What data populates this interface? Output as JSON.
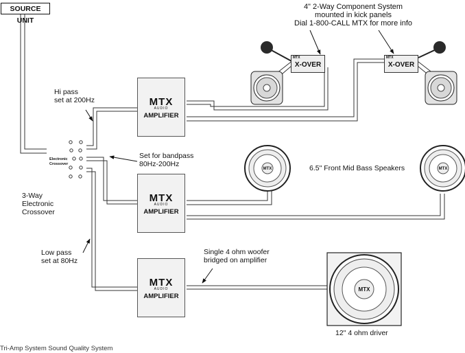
{
  "source_unit": {
    "label": "SOURCE UNIT"
  },
  "top_note": {
    "line1": "4\"  2-Way Component System",
    "line2": "mounted in kick panels",
    "line3": "Dial 1-800-CALL MTX for more info"
  },
  "crossovers": {
    "left": {
      "brand": "MTX",
      "label": "X-OVER"
    },
    "right": {
      "brand": "MTX",
      "label": "X-OVER"
    }
  },
  "amplifiers": {
    "top": {
      "logo": "MTX",
      "logo_sub": "AUDIO",
      "title": "AMPLIFIER"
    },
    "middle": {
      "logo": "MTX",
      "logo_sub": "AUDIO",
      "title": "AMPLIFIER"
    },
    "bottom": {
      "logo": "MTX",
      "logo_sub": "AUDIO",
      "title": "AMPLIFIER"
    }
  },
  "electronic_crossover": {
    "label_line1": "Electronic",
    "label_line2": "Crossover"
  },
  "labels": {
    "hi_pass_line1": "Hi pass",
    "hi_pass_line2": "set at 200Hz",
    "bandpass_line1": "Set for bandpass",
    "bandpass_line2": "80Hz-200Hz",
    "threeway_line1": "3-Way",
    "threeway_line2": "Electronic",
    "threeway_line3": "Crossover",
    "lowpass_line1": "Low pass",
    "lowpass_line2": "set at 80Hz",
    "midbass": "6.5\" Front Mid Bass Speakers",
    "woofer_note_line1": "Single 4 ohm woofer",
    "woofer_note_line2": "bridged on amplifier",
    "driver": "12\" 4 ohm driver"
  },
  "speaker_logo": "MTX",
  "caption": "Tri-Amp System Sound Quality System"
}
